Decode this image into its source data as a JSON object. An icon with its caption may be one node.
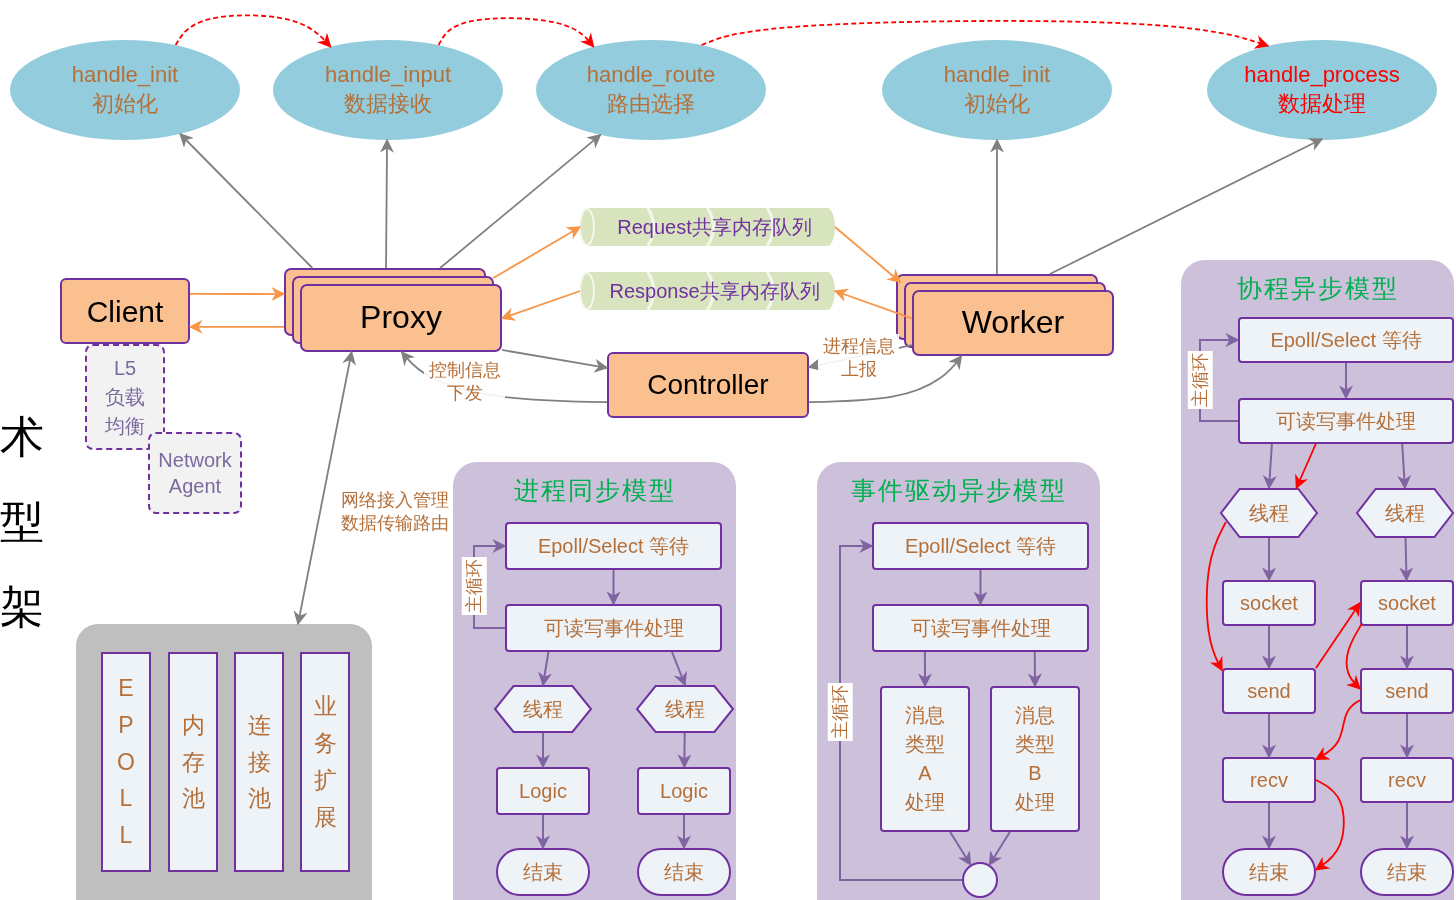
{
  "diagram": {
    "nodes": [
      {
        "text": [
          "handle_init",
          "初始化"
        ]
      },
      {
        "text": [
          "handle_input",
          "数据接收"
        ]
      },
      {
        "text": [
          "handle_route",
          "路由选择"
        ]
      },
      {
        "text": [
          "handle_init",
          "初始化"
        ]
      },
      {
        "text": [
          "handle_process",
          "数据处理"
        ]
      },
      {
        "text": [
          "Request共享内存队列"
        ]
      },
      {
        "text": [
          "Response共享内存队列"
        ]
      },
      {
        "text": [
          "Client"
        ]
      },
      {
        "text": [
          "Proxy"
        ]
      },
      {
        "text": [
          "Worker"
        ]
      },
      {
        "text": [
          "Controller"
        ]
      },
      {
        "text": [
          "L5负载均衡"
        ]
      },
      {
        "text": [
          "Network Agent"
        ]
      },
      {
        "text": [],
        "shape": "box"
      },
      {
        "text": [
          "EPOLL"
        ],
        "in": 13
      },
      {
        "text": [
          "内存池"
        ],
        "in": 13
      },
      {
        "text": [
          "连接池"
        ],
        "in": 13
      },
      {
        "text": [
          "业务扩展"
        ],
        "in": 13
      },
      {
        "text": [
          "进程同步模型"
        ]
      },
      {
        "text": [
          "Epoll/Select 等待"
        ],
        "in": 18
      },
      {
        "text": [
          "可读写事件处理"
        ],
        "in": 18
      },
      {
        "text": [
          "线程"
        ],
        "in": 18
      },
      {
        "text": [
          "线程"
        ],
        "in": 18
      },
      {
        "text": [
          "Logic"
        ],
        "in": 18
      },
      {
        "text": [
          "Logic"
        ],
        "in": 18
      },
      {
        "text": [
          "结束"
        ],
        "in": 18
      },
      {
        "text": [
          "结束"
        ],
        "in": 18
      },
      {
        "text": [
          "事件驱动异步模型"
        ]
      },
      {
        "text": [
          "Epoll/Select 等待"
        ],
        "in": 27
      },
      {
        "text": [
          "可读写事件处理"
        ],
        "in": 27
      },
      {
        "text": [
          "消息类型A处理"
        ],
        "in": 27
      },
      {
        "text": [
          "消息类型B处理"
        ],
        "in": 27
      },
      {
        "text": [],
        "shape": "circle",
        "in": 27
      },
      {
        "text": [
          "协程异步模型"
        ]
      },
      {
        "text": [
          "Epoll/Select 等待"
        ],
        "in": 33
      },
      {
        "text": [
          "可读写事件处理"
        ],
        "in": 33
      },
      {
        "text": [
          "线程"
        ],
        "in": 33
      },
      {
        "text": [
          "线程"
        ],
        "in": 33
      },
      {
        "text": [
          "socket"
        ],
        "in": 33
      },
      {
        "text": [
          "socket"
        ],
        "in": 33
      },
      {
        "text": [
          "send"
        ],
        "in": 33
      },
      {
        "text": [
          "send"
        ],
        "in": 33
      },
      {
        "text": [
          "recv"
        ],
        "in": 33
      },
      {
        "text": [
          "recv"
        ],
        "in": 33
      },
      {
        "text": [
          "结束"
        ],
        "in": 33
      },
      {
        "text": [
          "结束"
        ],
        "in": 33
      }
    ],
    "edges": [
      {
        "from": 0,
        "to": 1,
        "arrow": "to",
        "style": "dashed",
        "color": "#ff0000"
      },
      {
        "from": 1,
        "to": 2,
        "arrow": "to",
        "style": "dashed",
        "color": "#ff0000"
      },
      {
        "from": 2,
        "to": 4,
        "arrow": "to",
        "style": "dashed",
        "color": "#ff0000"
      },
      {
        "from": 8,
        "to": 0,
        "arrow": "to",
        "color": "#808080"
      },
      {
        "from": 8,
        "to": 1,
        "arrow": "to",
        "color": "#808080"
      },
      {
        "from": 8,
        "to": 2,
        "arrow": "to",
        "color": "#808080"
      },
      {
        "from": 9,
        "to": 3,
        "arrow": "to",
        "color": "#808080"
      },
      {
        "from": 9,
        "to": 4,
        "arrow": "to",
        "color": "#808080"
      },
      {
        "from": 7,
        "to": 8,
        "arrow": "to",
        "color": "#f79646"
      },
      {
        "from": 8,
        "to": 7,
        "arrow": "to",
        "color": "#f79646"
      },
      {
        "from": 8,
        "to": 5,
        "arrow": "to",
        "color": "#f79646"
      },
      {
        "from": 6,
        "to": 8,
        "arrow": "to",
        "color": "#f79646"
      },
      {
        "from": 5,
        "to": 9,
        "arrow": "to",
        "color": "#f79646"
      },
      {
        "from": 9,
        "to": 6,
        "arrow": "to",
        "color": "#f79646"
      },
      {
        "from": 8,
        "to": 10,
        "arrow": "to",
        "color": "#808080"
      },
      {
        "from": 10,
        "to": 8,
        "arrow": "to",
        "label": "控制信息下发",
        "color": "#808080"
      },
      {
        "from": 9,
        "to": 10,
        "arrow": "to",
        "label": "进程信息上报",
        "color": "#808080"
      },
      {
        "from": 10,
        "to": 9,
        "arrow": "to",
        "color": "#808080"
      },
      {
        "from": 8,
        "to": 13,
        "arrow": "both",
        "label": "网络接入管理数据传输路由",
        "color": "#808080"
      },
      {
        "from": 19,
        "to": 20,
        "arrow": "to"
      },
      {
        "from": 20,
        "to": 19,
        "arrow": "to",
        "label": "主循环"
      },
      {
        "from": 20,
        "to": 21,
        "arrow": "to"
      },
      {
        "from": 20,
        "to": 22,
        "arrow": "to"
      },
      {
        "from": 21,
        "to": 23,
        "arrow": "to"
      },
      {
        "from": 22,
        "to": 24,
        "arrow": "to"
      },
      {
        "from": 23,
        "to": 25,
        "arrow": "to"
      },
      {
        "from": 24,
        "to": 26,
        "arrow": "to"
      },
      {
        "from": 28,
        "to": 29,
        "arrow": "to"
      },
      {
        "from": 29,
        "to": 30,
        "arrow": "to"
      },
      {
        "from": 29,
        "to": 31,
        "arrow": "to"
      },
      {
        "from": 30,
        "to": 32,
        "arrow": "to"
      },
      {
        "from": 31,
        "to": 32,
        "arrow": "to"
      },
      {
        "from": 32,
        "to": 28,
        "arrow": "to",
        "label": "主循环"
      },
      {
        "from": 34,
        "to": 35,
        "arrow": "to"
      },
      {
        "from": 35,
        "to": 34,
        "arrow": "to",
        "label": "主循环"
      },
      {
        "from": 35,
        "to": 36,
        "arrow": "to"
      },
      {
        "from": 35,
        "to": 36,
        "arrow": "to",
        "color": "#ff0000"
      },
      {
        "from": 35,
        "to": 37,
        "arrow": "to"
      },
      {
        "from": 36,
        "to": 38,
        "arrow": "to"
      },
      {
        "from": 37,
        "to": 39,
        "arrow": "to"
      },
      {
        "from": 38,
        "to": 40,
        "arrow": "to"
      },
      {
        "from": 39,
        "to": 41,
        "arrow": "to"
      },
      {
        "from": 40,
        "to": 42,
        "arrow": "to"
      },
      {
        "from": 41,
        "to": 43,
        "arrow": "to"
      },
      {
        "from": 42,
        "to": 44,
        "arrow": "to"
      },
      {
        "from": 43,
        "to": 45,
        "arrow": "to"
      },
      {
        "from": 36,
        "to": 40,
        "arrow": "to",
        "color": "#ff0000"
      },
      {
        "from": 40,
        "to": 39,
        "arrow": "to",
        "color": "#ff0000"
      },
      {
        "from": 39,
        "to": 41,
        "arrow": "to",
        "color": "#ff0000"
      },
      {
        "from": 41,
        "to": 42,
        "arrow": "to",
        "color": "#ff0000"
      },
      {
        "from": 42,
        "to": 44,
        "arrow": "to",
        "color": "#ff0000"
      }
    ],
    "labels": [
      "术",
      "型",
      "架"
    ]
  }
}
